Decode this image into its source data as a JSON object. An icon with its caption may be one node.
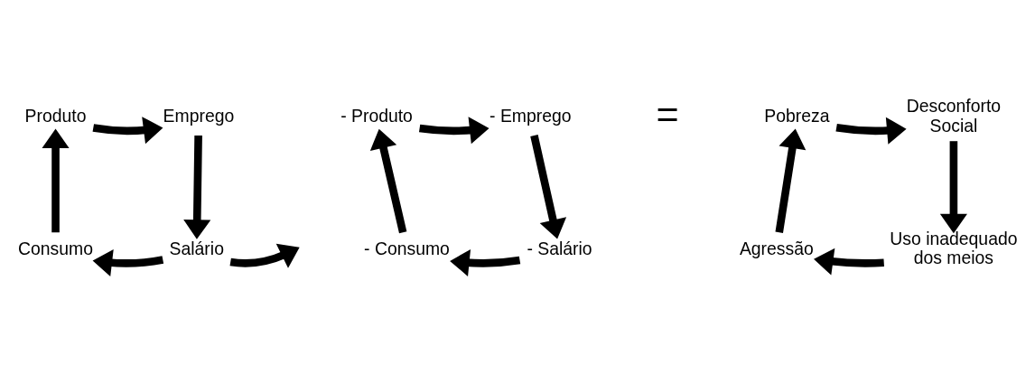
{
  "diagram": {
    "nodes": [
      {
        "text": [
          "Produto"
        ]
      },
      {
        "text": [
          "Emprego"
        ]
      },
      {
        "text": [
          "Salário"
        ]
      },
      {
        "text": [
          "Consumo"
        ]
      },
      {
        "text": [
          "- Produto"
        ]
      },
      {
        "text": [
          "- Emprego"
        ]
      },
      {
        "text": [
          "- Salário"
        ]
      },
      {
        "text": [
          "- Consumo"
        ]
      },
      {
        "text": [
          "Pobreza"
        ]
      },
      {
        "text": [
          "Desconforto Social"
        ]
      },
      {
        "text": [
          "Uso inadequado dos meios"
        ]
      },
      {
        "text": [
          "Agressão"
        ]
      }
    ],
    "edges": [
      {
        "from": 0,
        "to": 1,
        "arrow": "to"
      },
      {
        "from": 1,
        "to": 2,
        "arrow": "to"
      },
      {
        "from": 2,
        "to": 3,
        "arrow": "to"
      },
      {
        "from": 3,
        "to": 0,
        "arrow": "to"
      },
      {
        "from": 2,
        "to": null,
        "arrow": "to"
      },
      {
        "from": 4,
        "to": 5,
        "arrow": "to"
      },
      {
        "from": 5,
        "to": 6,
        "arrow": "to"
      },
      {
        "from": 6,
        "to": 7,
        "arrow": "to"
      },
      {
        "from": 7,
        "to": 4,
        "arrow": "to"
      },
      {
        "from": 8,
        "to": 9,
        "arrow": "to"
      },
      {
        "from": 9,
        "to": 10,
        "arrow": "to"
      },
      {
        "from": 10,
        "to": 11,
        "arrow": "to"
      },
      {
        "from": 11,
        "to": 8,
        "arrow": "to"
      }
    ],
    "labels": [
      "="
    ]
  }
}
